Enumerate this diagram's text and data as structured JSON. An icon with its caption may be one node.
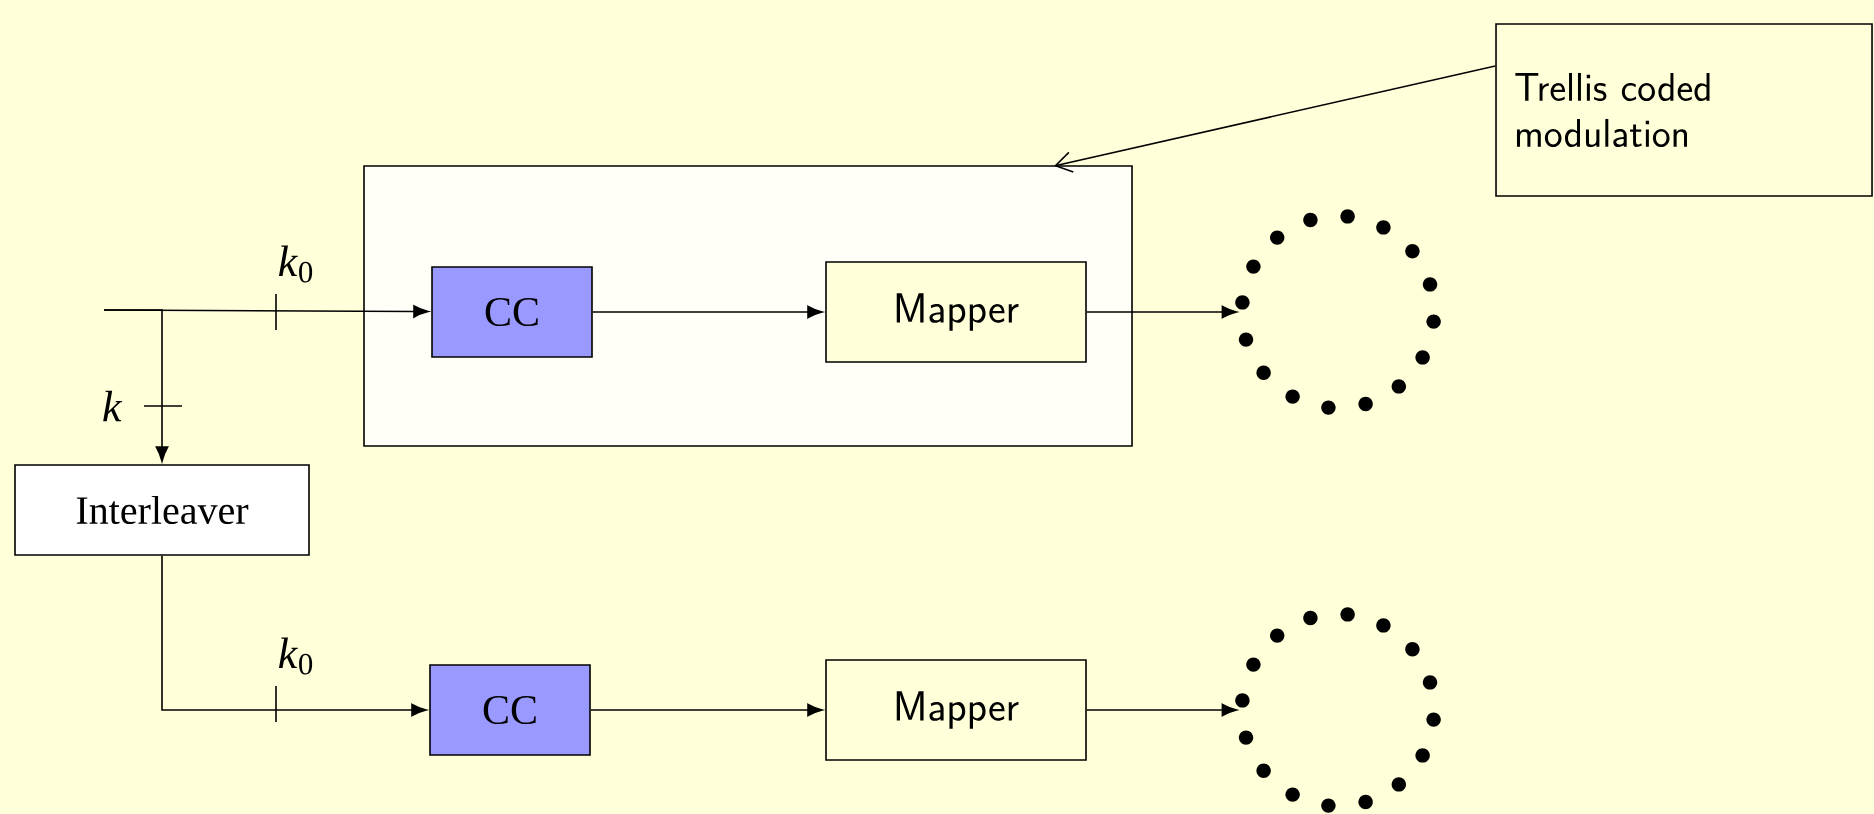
{
  "diagram": {
    "nodes": [
      {
        "text": [],
        "shape": "box"
      },
      {
        "text": [
          "CC"
        ],
        "in": 0
      },
      {
        "text": [
          "Mapper"
        ],
        "in": 0
      },
      {
        "text": [],
        "shape": "circle"
      },
      {
        "text": [
          "Interleaver"
        ]
      },
      {
        "text": [
          "CC"
        ]
      },
      {
        "text": [
          "Mapper"
        ]
      },
      {
        "text": [],
        "shape": "circle"
      },
      {
        "text": [
          "Trellis coded modulation"
        ]
      }
    ],
    "edges": [
      {
        "from": null,
        "to": 1,
        "arrow": "to"
      },
      {
        "from": null,
        "to": 4,
        "arrow": "to"
      },
      {
        "from": 1,
        "to": 2,
        "arrow": "to"
      },
      {
        "from": 2,
        "to": 3,
        "arrow": "to"
      },
      {
        "from": 4,
        "to": 5,
        "arrow": "to"
      },
      {
        "from": 5,
        "to": 6,
        "arrow": "to"
      },
      {
        "from": 6,
        "to": 7,
        "arrow": "to"
      },
      {
        "from": 8,
        "to": 0,
        "arrow": "to"
      }
    ],
    "labels": [
      "*k*$_{0}$",
      "*k*",
      "*k*$_{0}$"
    ]
  }
}
